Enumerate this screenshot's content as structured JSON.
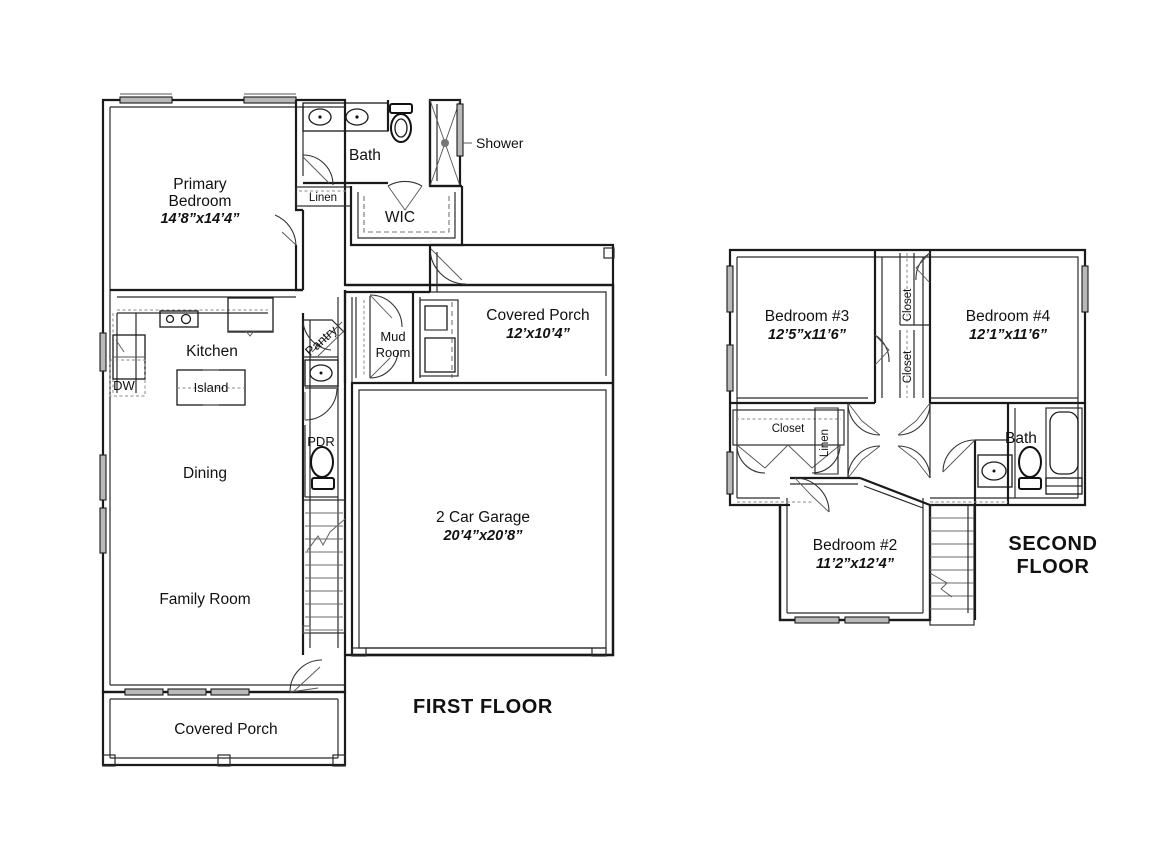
{
  "document": {
    "type": "architectural-floor-plan",
    "sheet_title": "Two Story Residential Floor Plan"
  },
  "colors": {
    "line": "#1a1a1a",
    "secondary_line": "#6b6b6b",
    "hidden_line": "#888888",
    "window_fill": "#b9b9b9",
    "background": "#ffffff"
  },
  "floors": [
    {
      "id": "first-floor",
      "title": "FIRST FLOOR",
      "rooms": [
        {
          "id": "primary-bedroom",
          "name": "Primary\nBedroom",
          "name_line1": "Primary",
          "name_line2": "Bedroom",
          "dimensions": "14’8”x14’4”"
        },
        {
          "id": "bath",
          "name": "Bath",
          "dimensions": ""
        },
        {
          "id": "shower",
          "name": "Shower",
          "dimensions": ""
        },
        {
          "id": "linen",
          "name": "Linen",
          "dimensions": ""
        },
        {
          "id": "wic",
          "name": "WIC",
          "dimensions": ""
        },
        {
          "id": "kitchen",
          "name": "Kitchen",
          "dimensions": ""
        },
        {
          "id": "island",
          "name": "Island",
          "dimensions": ""
        },
        {
          "id": "dishwasher",
          "name": "DW",
          "dimensions": ""
        },
        {
          "id": "dining",
          "name": "Dining",
          "dimensions": ""
        },
        {
          "id": "family-room",
          "name": "Family Room",
          "dimensions": ""
        },
        {
          "id": "pantry",
          "name": "Pantry",
          "dimensions": ""
        },
        {
          "id": "powder-room",
          "name": "PDR",
          "dimensions": ""
        },
        {
          "id": "mud-room",
          "name": "Mud\nRoom",
          "name_line1": "Mud",
          "name_line2": "Room",
          "dimensions": ""
        },
        {
          "id": "covered-porch-rear",
          "name": "Covered Porch",
          "dimensions": "12’x10’4”"
        },
        {
          "id": "garage",
          "name": "2 Car Garage",
          "dimensions": "20’4”x20’8”"
        },
        {
          "id": "covered-porch-front",
          "name": "Covered Porch",
          "dimensions": ""
        }
      ]
    },
    {
      "id": "second-floor",
      "title_line1": "SECOND",
      "title_line2": "FLOOR",
      "title": "SECOND FLOOR",
      "rooms": [
        {
          "id": "bedroom-3",
          "name": "Bedroom #3",
          "dimensions": "12’5”x11’6”"
        },
        {
          "id": "bedroom-4",
          "name": "Bedroom #4",
          "dimensions": "12’1”x11’6”"
        },
        {
          "id": "bedroom-2",
          "name": "Bedroom #2",
          "dimensions": "11’2”x12’4”"
        },
        {
          "id": "bath-2nd",
          "name": "Bath",
          "dimensions": ""
        },
        {
          "id": "closet-bed3",
          "name": "Closet",
          "dimensions": ""
        },
        {
          "id": "closet-bed4",
          "name": "Closet",
          "dimensions": ""
        },
        {
          "id": "closet-hall",
          "name": "Closet",
          "dimensions": ""
        },
        {
          "id": "linen-2nd",
          "name": "Linen",
          "dimensions": ""
        }
      ]
    }
  ],
  "labels": {
    "first_floor_title": "FIRST FLOOR",
    "second_floor_title_line1": "SECOND",
    "second_floor_title_line2": "FLOOR",
    "primary_bedroom_l1": "Primary",
    "primary_bedroom_l2": "Bedroom",
    "primary_bedroom_dim": "14’8”x14’4”",
    "bath": "Bath",
    "shower": "Shower",
    "linen": "Linen",
    "wic": "WIC",
    "kitchen": "Kitchen",
    "island": "Island",
    "dw": "DW",
    "dining": "Dining",
    "family_room": "Family Room",
    "pantry": "Pantry",
    "pdr": "PDR",
    "mud_l1": "Mud",
    "mud_l2": "Room",
    "covered_porch_rear": "Covered Porch",
    "covered_porch_rear_dim": "12’x10’4”",
    "garage": "2 Car Garage",
    "garage_dim": "20’4”x20’8”",
    "covered_porch_front": "Covered Porch",
    "bedroom3": "Bedroom #3",
    "bedroom3_dim": "12’5”x11’6”",
    "bedroom4": "Bedroom #4",
    "bedroom4_dim": "12’1”x11’6”",
    "bedroom2": "Bedroom #2",
    "bedroom2_dim": "11’2”x12’4”",
    "bath2": "Bath",
    "closet_bed3": "Closet",
    "closet_bed4": "Closet",
    "closet_hall": "Closet",
    "linen2": "Linen"
  },
  "fixtures": [
    {
      "id": "double-vanity",
      "name": "double-vanity-sinks",
      "count": 2
    },
    {
      "id": "toilet-primary-bath",
      "name": "toilet",
      "count": 1
    },
    {
      "id": "shower-stall",
      "name": "shower-stall",
      "count": 1
    },
    {
      "id": "kitchen-sink",
      "name": "kitchen-sink",
      "count": 1
    },
    {
      "id": "range",
      "name": "range-cooktop",
      "count": 1
    },
    {
      "id": "dishwasher-unit",
      "name": "dishwasher",
      "count": 1
    },
    {
      "id": "island-counter",
      "name": "kitchen-island",
      "count": 1
    },
    {
      "id": "pdr-sink",
      "name": "powder-room-sink",
      "count": 1
    },
    {
      "id": "pdr-toilet",
      "name": "powder-room-toilet",
      "count": 1
    },
    {
      "id": "mud-bench",
      "name": "mud-room-bench",
      "count": 1
    },
    {
      "id": "stairs-first",
      "name": "staircase-up",
      "count": 1
    },
    {
      "id": "bath2-sink",
      "name": "second-floor-sink",
      "count": 1
    },
    {
      "id": "bath2-toilet",
      "name": "second-floor-toilet",
      "count": 1
    },
    {
      "id": "bath2-tub",
      "name": "bathtub",
      "count": 1
    },
    {
      "id": "stairs-second",
      "name": "staircase-down",
      "count": 1
    }
  ]
}
